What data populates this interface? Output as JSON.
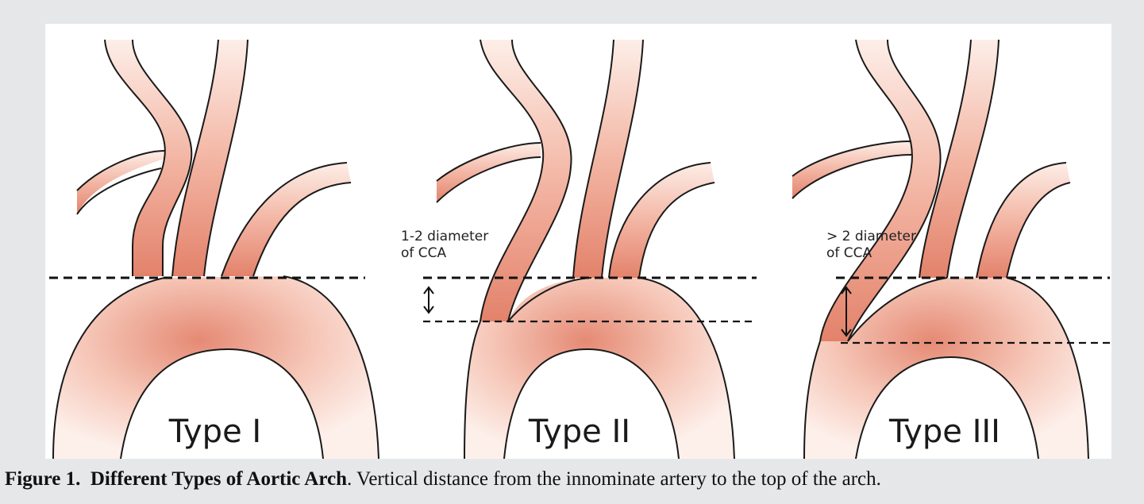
{
  "panels": [
    {
      "label": "Type I",
      "annotation_line1": "",
      "annotation_line2": ""
    },
    {
      "label": "Type II",
      "annotation_line1": "1-2 diameter",
      "annotation_line2": "of CCA"
    },
    {
      "label": "Type III",
      "annotation_line1": "> 2 diameter",
      "annotation_line2": "of CCA"
    }
  ],
  "caption": {
    "number": "Figure 1.",
    "title": "Different Types of Aortic Arch",
    "text": ". Vertical distance from the innominate artery to the top of the arch."
  },
  "colors": {
    "background": "#e6e7e8",
    "vessel_fill_inner": "#e58a74",
    "vessel_fill_outer": "#fbe7e0",
    "outline": "#1a1a1a"
  }
}
